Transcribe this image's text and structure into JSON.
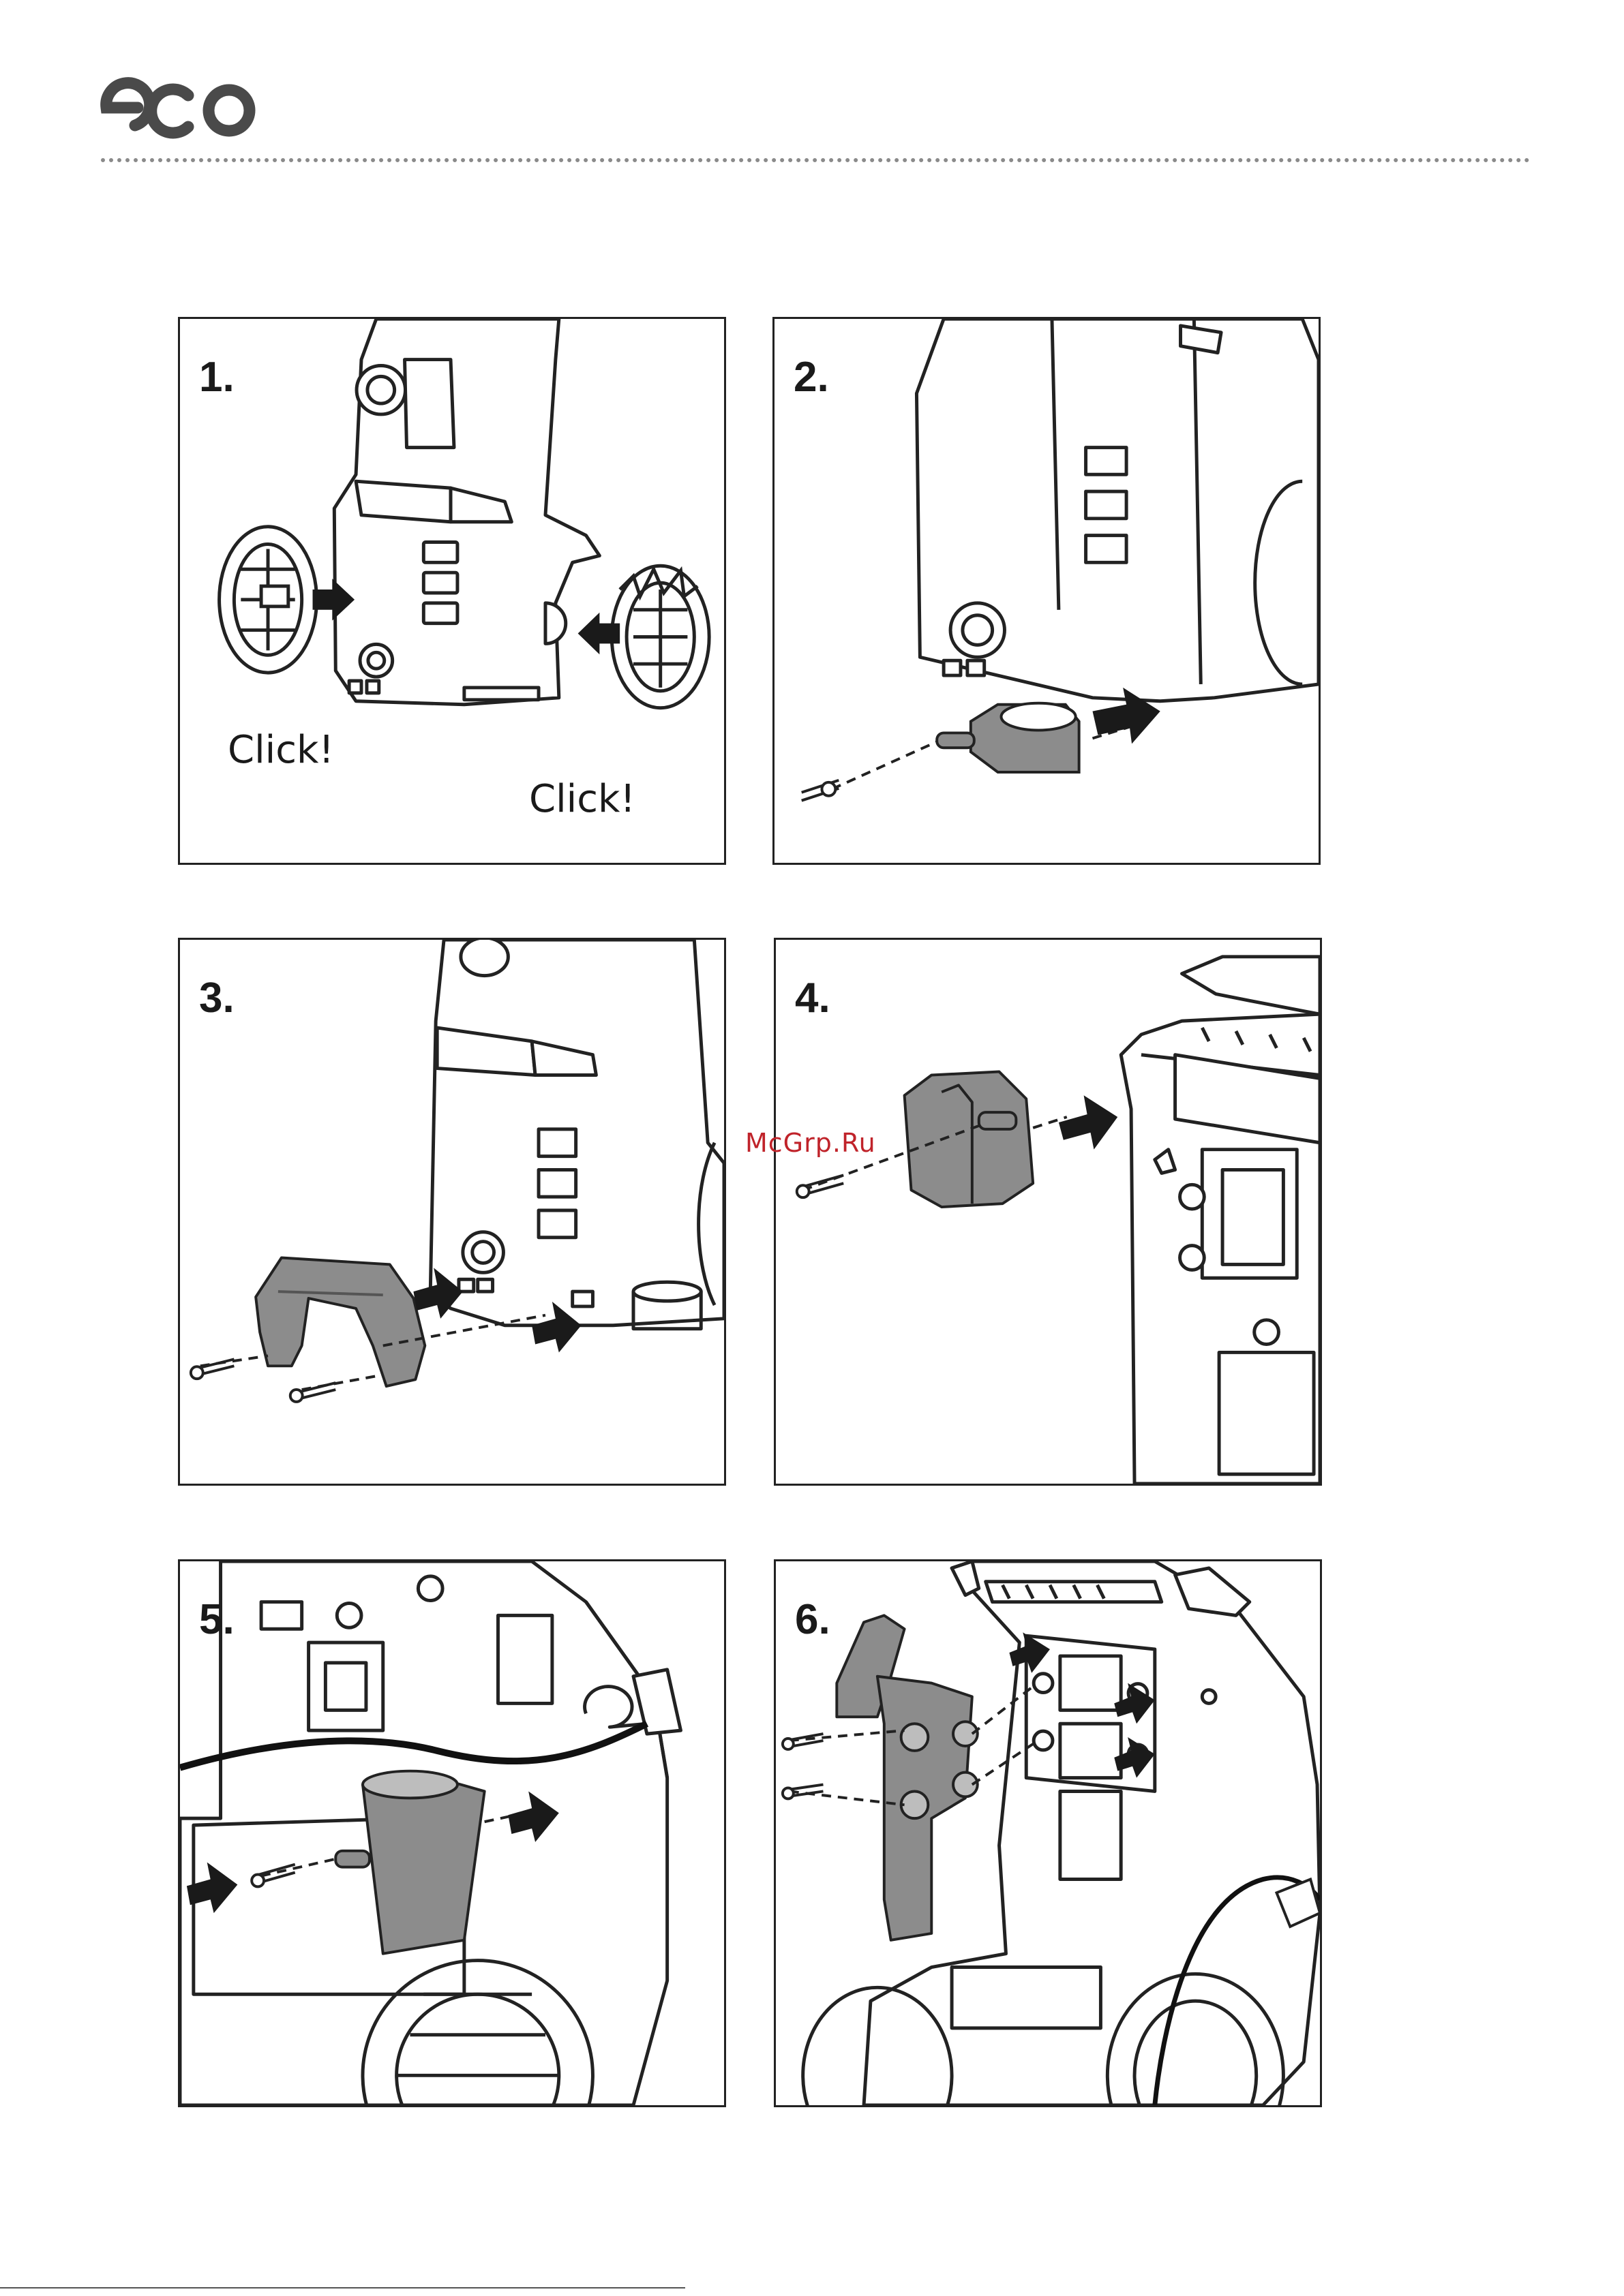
{
  "brand": {
    "logo_text": "eco"
  },
  "watermark": "McGrp.Ru",
  "steps": [
    {
      "number": "1.",
      "labels": [
        "Click!",
        "Click!"
      ]
    },
    {
      "number": "2."
    },
    {
      "number": "3."
    },
    {
      "number": "4."
    },
    {
      "number": "5."
    },
    {
      "number": "6."
    }
  ],
  "colors": {
    "line": "#222222",
    "part_fill": "#8c8c8c",
    "arrow": "#1a1a1a",
    "watermark": "#c0232a"
  }
}
